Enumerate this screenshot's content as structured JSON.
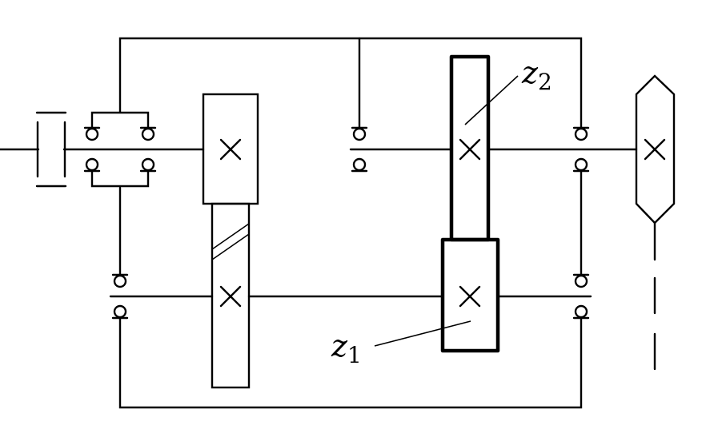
{
  "diagram": {
    "labels": {
      "z2": {
        "main": "z",
        "sub": "2"
      },
      "z1": {
        "main": "z",
        "sub": "1"
      }
    }
  }
}
